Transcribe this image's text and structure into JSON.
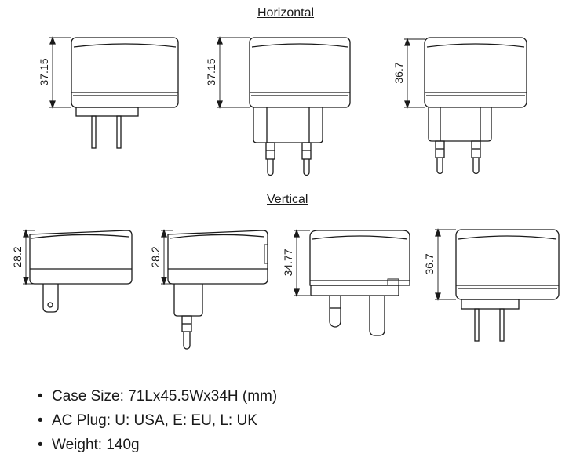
{
  "sections": {
    "horizontal_title": "Horizontal",
    "vertical_title": "Vertical"
  },
  "dimensions": {
    "h_us": "37.15",
    "h_eu": "37.15",
    "h_kr": "36.7",
    "v_us": "28.2",
    "v_eu": "28.2",
    "v_uk": "34.77",
    "v_jp": "36.7"
  },
  "specs": [
    {
      "bullet": "•",
      "text": "Case Size: 71Lx45.5Wx34H (mm)"
    },
    {
      "bullet": "•",
      "text": "AC Plug: U: USA, E: EU, L: UK"
    },
    {
      "bullet": "•",
      "text": "Weight: 140g"
    }
  ],
  "colors": {
    "line": "#1a1a1a",
    "text": "#1a1a1a",
    "background": "#ffffff"
  }
}
